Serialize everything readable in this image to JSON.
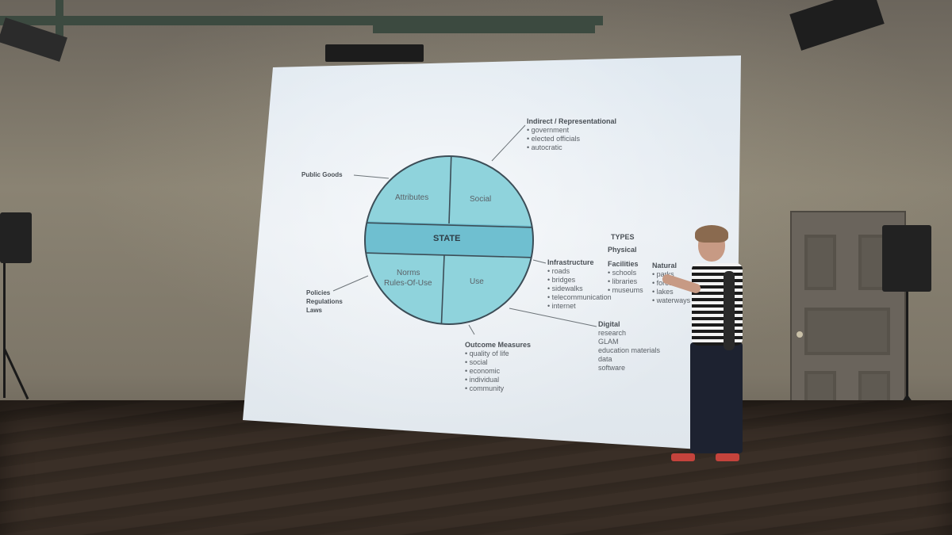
{
  "slide": {
    "center": "STATE",
    "quadrants": {
      "attributes": "Attributes",
      "social": "Social",
      "norms_line1": "Norms",
      "norms_line2": "Rules-Of-Use",
      "use": "Use"
    },
    "public_goods": "Public Goods",
    "policies": [
      "Policies",
      "Regulations",
      "Laws"
    ],
    "indirect": {
      "title": "Indirect / Representational",
      "items": [
        "• government",
        "• elected officials",
        "• autocratic"
      ]
    },
    "types": {
      "title": "TYPES",
      "physical": "Physical"
    },
    "infrastructure": {
      "title": "Infrastructure",
      "items": [
        "• roads",
        "• bridges",
        "• sidewalks",
        "• telecommunication",
        "• internet"
      ]
    },
    "facilities": {
      "title": "Facilities",
      "items": [
        "• schools",
        "• libraries",
        "• museums"
      ]
    },
    "natural": {
      "title": "Natural",
      "items": [
        "• parks",
        "• forests",
        "• lakes",
        "• waterways"
      ]
    },
    "digital": {
      "title": "Digital",
      "items": [
        "research",
        "GLAM",
        "education materials",
        "data",
        "software"
      ]
    },
    "outcome": {
      "title": "Outcome Measures",
      "items": [
        "• quality of life",
        "• social",
        "• economic",
        "• individual",
        "• community"
      ]
    },
    "colors": {
      "quadrant_fill": "#8fd3dc",
      "band_fill": "#6fbfd0",
      "outline": "#3c4d57"
    }
  }
}
